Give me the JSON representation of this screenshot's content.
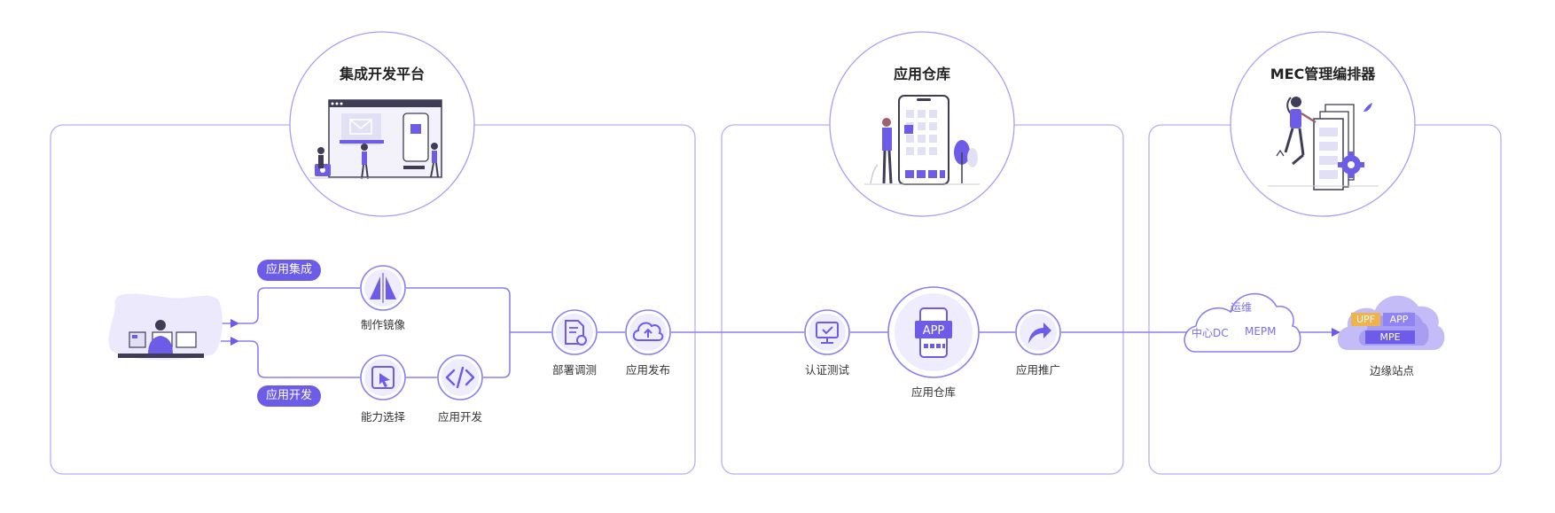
{
  "colors": {
    "accent": "#6c5ce7",
    "line": "#8b7ff0",
    "panel_border": "#b8aef5",
    "icon_fill": "#efedfd",
    "upf": "#f0b24a",
    "app_chip": "#8f84f2",
    "mpe": "#6c5ce7"
  },
  "sections": [
    {
      "title": "集成开发平台",
      "illustration": "integration-platform-illustration"
    },
    {
      "title": "应用仓库",
      "illustration": "app-repository-illustration"
    },
    {
      "title": "MEC管理编排器",
      "illustration": "mec-orchestrator-illustration"
    }
  ],
  "tags": {
    "integrate": "应用集成",
    "develop": "应用开发"
  },
  "nodes": {
    "make_image": {
      "label": "制作镜像",
      "icon": "mirror-icon"
    },
    "capability_select": {
      "label": "能力选择",
      "icon": "cursor-select-icon"
    },
    "app_develop": {
      "label": "应用开发",
      "icon": "code-icon"
    },
    "deploy_debug": {
      "label": "部署调测",
      "icon": "document-gear-icon"
    },
    "app_publish": {
      "label": "应用发布",
      "icon": "cloud-upload-icon"
    },
    "cert_test": {
      "label": "认证测试",
      "icon": "monitor-check-icon"
    },
    "app_repo": {
      "label": "应用仓库",
      "icon": "phone-app-icon",
      "badge": "APP"
    },
    "app_promote": {
      "label": "应用推广",
      "icon": "share-arrow-icon"
    }
  },
  "central_cloud": {
    "ops": "运维",
    "dc": "中心DC",
    "mepm": "MEPM"
  },
  "edge_site": {
    "label": "边缘站点",
    "upf": "UPF",
    "app": "APP",
    "mpe": "MPE"
  }
}
